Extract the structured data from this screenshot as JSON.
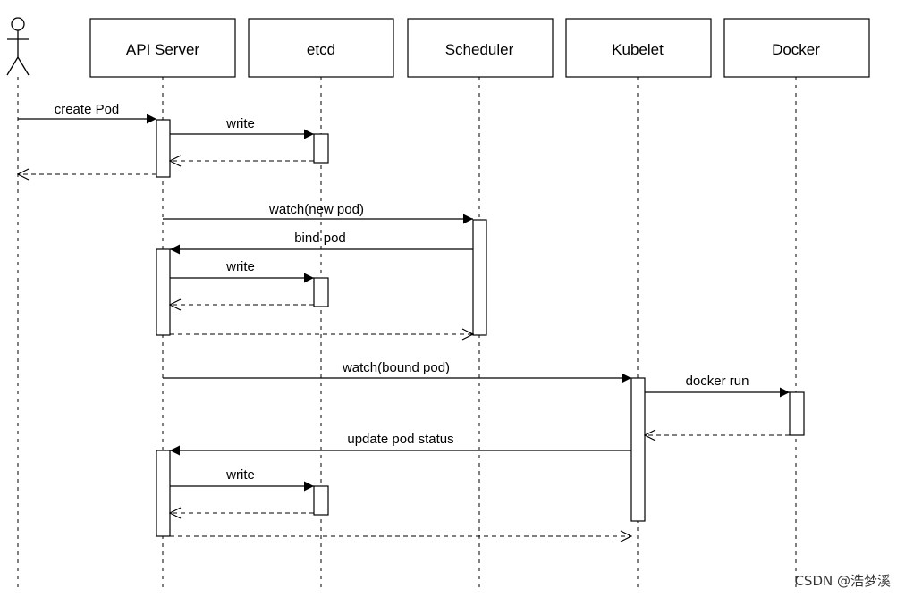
{
  "participants": [
    {
      "id": "actor",
      "label": ""
    },
    {
      "id": "api",
      "label": "API Server"
    },
    {
      "id": "etcd",
      "label": "etcd"
    },
    {
      "id": "sched",
      "label": "Scheduler"
    },
    {
      "id": "kubelet",
      "label": "Kubelet"
    },
    {
      "id": "docker",
      "label": "Docker"
    }
  ],
  "messages": [
    {
      "id": "m1",
      "from": "actor",
      "to": "api",
      "label": "create Pod",
      "kind": "sync"
    },
    {
      "id": "m2",
      "from": "api",
      "to": "etcd",
      "label": "write",
      "kind": "sync"
    },
    {
      "id": "m3",
      "from": "etcd",
      "to": "api",
      "label": "",
      "kind": "return"
    },
    {
      "id": "m4",
      "from": "api",
      "to": "actor",
      "label": "",
      "kind": "return"
    },
    {
      "id": "m5",
      "from": "api",
      "to": "sched",
      "label": "watch(new pod)",
      "kind": "sync"
    },
    {
      "id": "m6",
      "from": "sched",
      "to": "api",
      "label": "bind pod",
      "kind": "sync"
    },
    {
      "id": "m7",
      "from": "api",
      "to": "etcd",
      "label": "write",
      "kind": "sync"
    },
    {
      "id": "m8",
      "from": "etcd",
      "to": "api",
      "label": "",
      "kind": "return"
    },
    {
      "id": "m9",
      "from": "api",
      "to": "sched",
      "label": "",
      "kind": "return"
    },
    {
      "id": "m10",
      "from": "api",
      "to": "kubelet",
      "label": "watch(bound pod)",
      "kind": "sync"
    },
    {
      "id": "m11",
      "from": "kubelet",
      "to": "docker",
      "label": "docker run",
      "kind": "sync"
    },
    {
      "id": "m12",
      "from": "docker",
      "to": "kubelet",
      "label": "",
      "kind": "return"
    },
    {
      "id": "m13",
      "from": "kubelet",
      "to": "api",
      "label": "update pod status",
      "kind": "sync"
    },
    {
      "id": "m14",
      "from": "api",
      "to": "etcd",
      "label": "write",
      "kind": "sync"
    },
    {
      "id": "m15",
      "from": "etcd",
      "to": "api",
      "label": "",
      "kind": "return"
    },
    {
      "id": "m16",
      "from": "api",
      "to": "kubelet",
      "label": "",
      "kind": "return"
    }
  ],
  "watermark": "CSDN @浩梦溪"
}
